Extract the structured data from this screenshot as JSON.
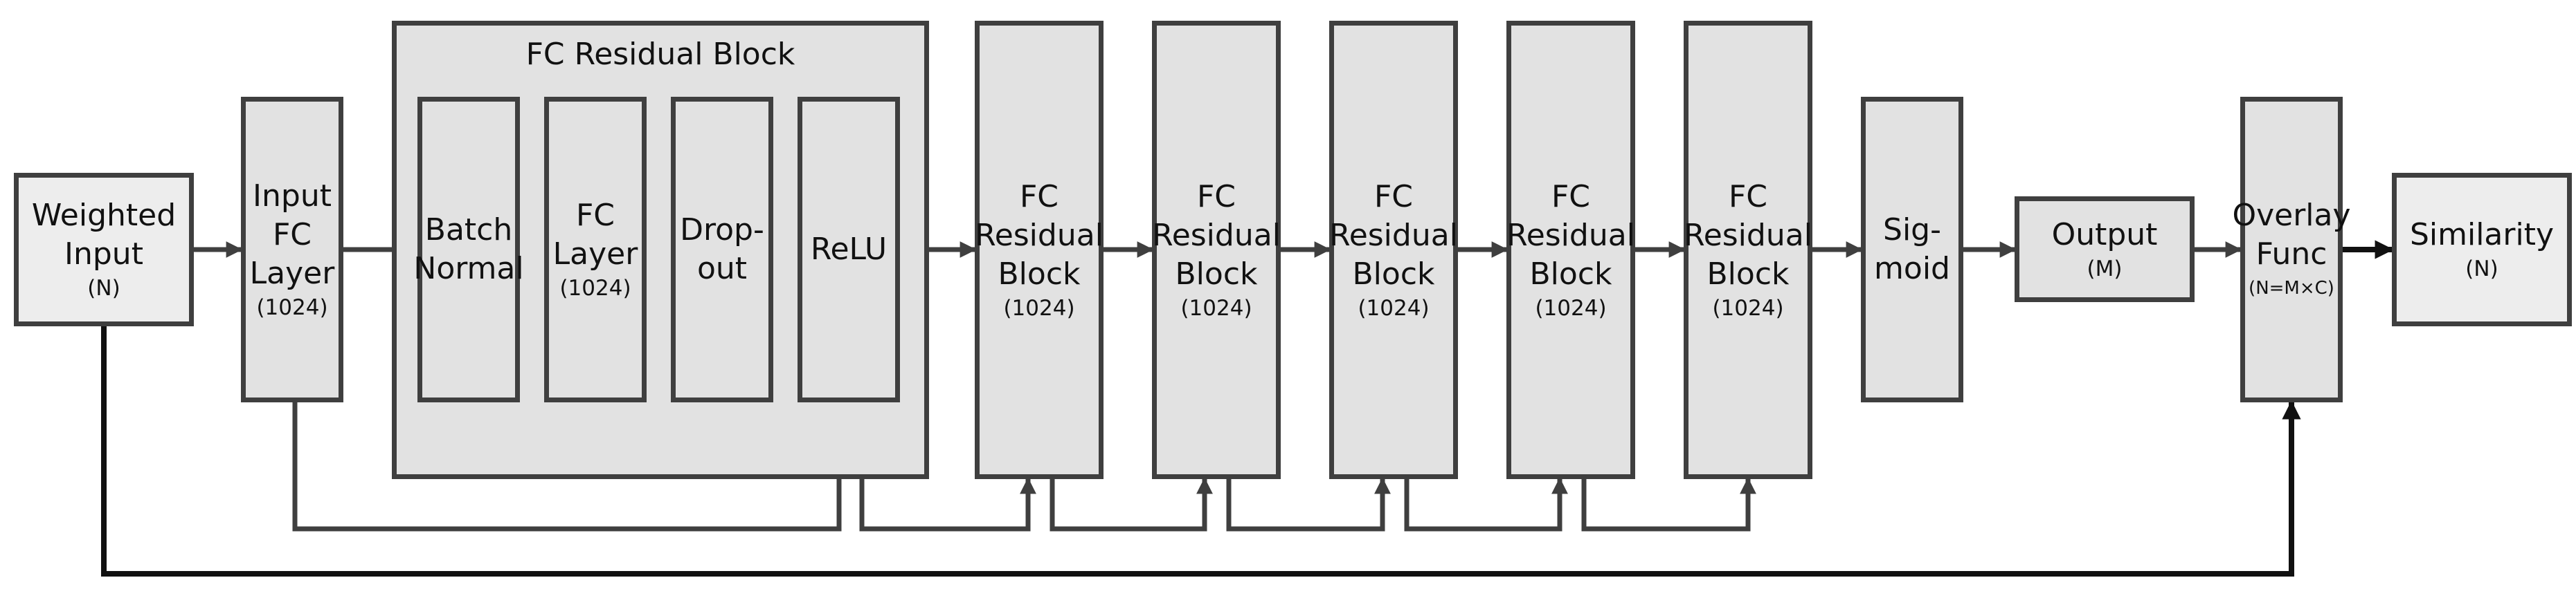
{
  "diagram": {
    "group_title": "FC Residual Block",
    "weighted_input": {
      "name": "Weighted\nInput",
      "size": "(N)"
    },
    "input_fc_layer": {
      "name": "Input\nFC\nLayer",
      "size": "(1024)"
    },
    "batch_normal": {
      "name": "Batch\nNormal"
    },
    "inner_fc_layer": {
      "name": "FC\nLayer",
      "size": "(1024)"
    },
    "dropout": {
      "name": "Drop-\nout"
    },
    "relu": {
      "name": "ReLU"
    },
    "fc_res_1": {
      "name": "FC\nResidual\nBlock",
      "size": "(1024)"
    },
    "fc_res_2": {
      "name": "FC\nResidual\nBlock",
      "size": "(1024)"
    },
    "fc_res_3": {
      "name": "FC\nResidual\nBlock",
      "size": "(1024)"
    },
    "fc_res_4": {
      "name": "FC\nResidual\nBlock",
      "size": "(1024)"
    },
    "fc_res_5": {
      "name": "FC\nResidual\nBlock",
      "size": "(1024)"
    },
    "sigmoid": {
      "name": "Sig-\nmoid"
    },
    "output": {
      "name": "Output",
      "size": "(M)"
    },
    "overlay": {
      "name": "Overlay\nFunc",
      "size": "(N=M×C)"
    },
    "similarity": {
      "name": "Similarity",
      "size": "(N)"
    }
  },
  "colors": {
    "box_fill": "#e2e2e2",
    "box_light_fill": "#ededed",
    "stroke": "#3f3f3f",
    "arrow": "#3f3f3f",
    "skip_line": "#111111"
  }
}
